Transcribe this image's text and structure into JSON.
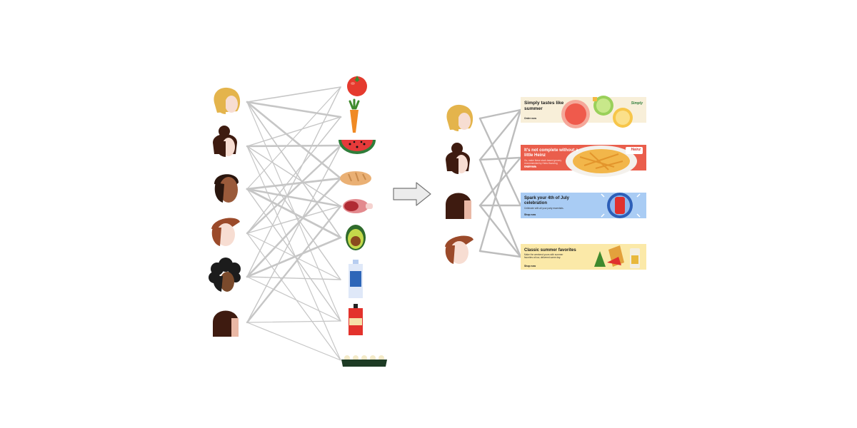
{
  "colors": {
    "line": "#c6c6c6",
    "line_ads": "#bdbdbd",
    "arrow_fill": "#ececec",
    "arrow_stroke": "#777777",
    "skin_light": "#f7ddd2",
    "skin_tan": "#e9b8a5",
    "skin_dark": "#9a5a3a",
    "skin_deep": "#7a4a2c",
    "hair_blonde": "#e4b44c",
    "hair_dark_brown": "#3e1b10",
    "hair_brown": "#5a2a16",
    "hair_auburn": "#9b4a2a",
    "hair_black": "#1c1c1c"
  },
  "people_icons": [
    "blonde-person-icon",
    "bun-person-icon",
    "dark-skin-person-icon",
    "red-hair-person-icon",
    "curly-hair-person-icon",
    "bob-hair-person-icon"
  ],
  "product_icons": [
    "tomato-icon",
    "carrot-icon",
    "watermelon-icon",
    "bread-icon",
    "ham-icon",
    "avocado-icon",
    "milk-bottle-icon",
    "ketchup-bottle-icon",
    "egg-carton-icon"
  ],
  "ads": [
    {
      "title": "Simply tastes like summer",
      "subtitle": "",
      "cta": "Order now",
      "brand": "Simply",
      "bg": "#f8efd9"
    },
    {
      "title": "It's not complete without a little Heinz",
      "subtitle": "Go, make these stock-based grocery recommended by Heinz flavoring condiments.",
      "cta": "Order now",
      "brand": "Heinz",
      "bg": "#ea5e4c"
    },
    {
      "title": "Spark your 4th of July celebration",
      "subtitle": "Celebrate with all your party essentials.",
      "cta": "Shop now",
      "brand": "",
      "bg": "#a9ccf4"
    },
    {
      "title": "Classic summer favorites",
      "subtitle": "Make the weekend yours with summer favorites at low, delivered same day.",
      "cta": "Shop now",
      "brand": "",
      "bg": "#fbe9a8"
    }
  ]
}
